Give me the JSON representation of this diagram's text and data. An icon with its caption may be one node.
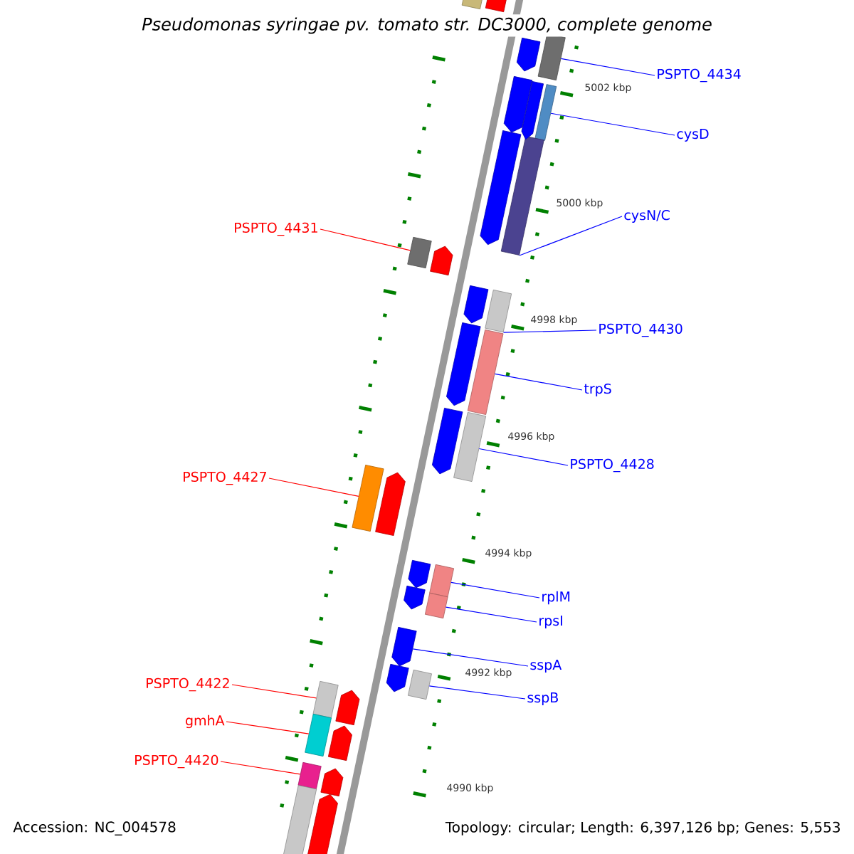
{
  "diagram": {
    "title": "Pseudomonas syringae pv. tomato str. DC3000, complete genome",
    "nodes": [
      {
        "text": [
          "PSPTO_4434"
        ]
      },
      {
        "text": [],
        "shape": "box"
      },
      {
        "text": [
          "cysD"
        ]
      },
      {
        "text": [],
        "shape": "box"
      },
      {
        "text": [
          "cysN/C"
        ]
      },
      {
        "text": [],
        "shape": "box"
      },
      {
        "text": [
          "PSPTO_4431"
        ]
      },
      {
        "text": [],
        "shape": "box"
      },
      {
        "text": [
          "PSPTO_4430"
        ]
      },
      {
        "text": [],
        "shape": "box"
      },
      {
        "text": [
          "trpS"
        ]
      },
      {
        "text": [],
        "shape": "box"
      },
      {
        "text": [
          "PSPTO_4428"
        ]
      },
      {
        "text": [],
        "shape": "box"
      },
      {
        "text": [
          "PSPTO_4427"
        ]
      },
      {
        "text": [],
        "shape": "box"
      },
      {
        "text": [
          "rplM"
        ]
      },
      {
        "text": [],
        "shape": "box"
      },
      {
        "text": [
          "rpsI"
        ]
      },
      {
        "text": [],
        "shape": "box"
      },
      {
        "text": [
          "sspA"
        ]
      },
      {
        "text": [],
        "shape": "pentagon"
      },
      {
        "text": [
          "sspB"
        ]
      },
      {
        "text": [],
        "shape": "box"
      },
      {
        "text": [
          "PSPTO_4422"
        ]
      },
      {
        "text": [],
        "shape": "box"
      },
      {
        "text": [
          "gmhA"
        ]
      },
      {
        "text": [],
        "shape": "box"
      },
      {
        "text": [
          "PSPTO_4420"
        ]
      },
      {
        "text": [],
        "shape": "box"
      },
      {
        "text": [],
        "shape": "arrow"
      },
      {
        "text": [],
        "shape": "arrow"
      },
      {
        "text": [],
        "shape": "arrow"
      },
      {
        "text": [],
        "shape": "arrow"
      },
      {
        "text": [],
        "shape": "arrow"
      },
      {
        "text": [],
        "shape": "arrow"
      },
      {
        "text": [],
        "shape": "arrow"
      },
      {
        "text": [],
        "shape": "arrow"
      },
      {
        "text": [],
        "shape": "arrow"
      },
      {
        "text": [],
        "shape": "arrow"
      },
      {
        "text": [],
        "shape": "box"
      },
      {
        "text": [],
        "shape": "arrow"
      },
      {
        "text": [],
        "shape": "arrow"
      },
      {
        "text": [],
        "shape": "arrow"
      },
      {
        "text": [],
        "shape": "arrow"
      },
      {
        "text": [],
        "shape": "arrow"
      },
      {
        "text": [],
        "shape": "arrow"
      },
      {
        "text": [],
        "shape": "arrow"
      },
      {
        "text": [],
        "shape": "box"
      }
    ],
    "edges": [
      {
        "from": 0,
        "to": 1,
        "arrow": "none"
      },
      {
        "from": 2,
        "to": 3,
        "arrow": "none"
      },
      {
        "from": 4,
        "to": 5,
        "arrow": "none"
      },
      {
        "from": 6,
        "to": 7,
        "arrow": "none",
        "color": "#ff0000"
      },
      {
        "from": 8,
        "to": 9,
        "arrow": "none"
      },
      {
        "from": 10,
        "to": 11,
        "arrow": "none"
      },
      {
        "from": 12,
        "to": 13,
        "arrow": "none"
      },
      {
        "from": 14,
        "to": 15,
        "arrow": "none",
        "color": "#ff0000"
      },
      {
        "from": 16,
        "to": 17,
        "arrow": "none"
      },
      {
        "from": 18,
        "to": 19,
        "arrow": "none"
      },
      {
        "from": 20,
        "to": 21,
        "arrow": "none"
      },
      {
        "from": 22,
        "to": 23,
        "arrow": "none"
      },
      {
        "from": 24,
        "to": 25,
        "arrow": "none",
        "color": "#ff0000"
      },
      {
        "from": 26,
        "to": 27,
        "arrow": "none",
        "color": "#ff0000"
      },
      {
        "from": 28,
        "to": 29,
        "arrow": "none",
        "color": "#ff0000"
      }
    ],
    "labels": [
      "5002 kbp",
      "5000 kbp",
      "4998 kbp",
      "4996 kbp",
      "4994 kbp",
      "4992 kbp",
      "4990 kbp",
      "Accession: NC_004578",
      "Topology: circular; Length: 6,397,126 bp; Genes: 5,553"
    ]
  }
}
